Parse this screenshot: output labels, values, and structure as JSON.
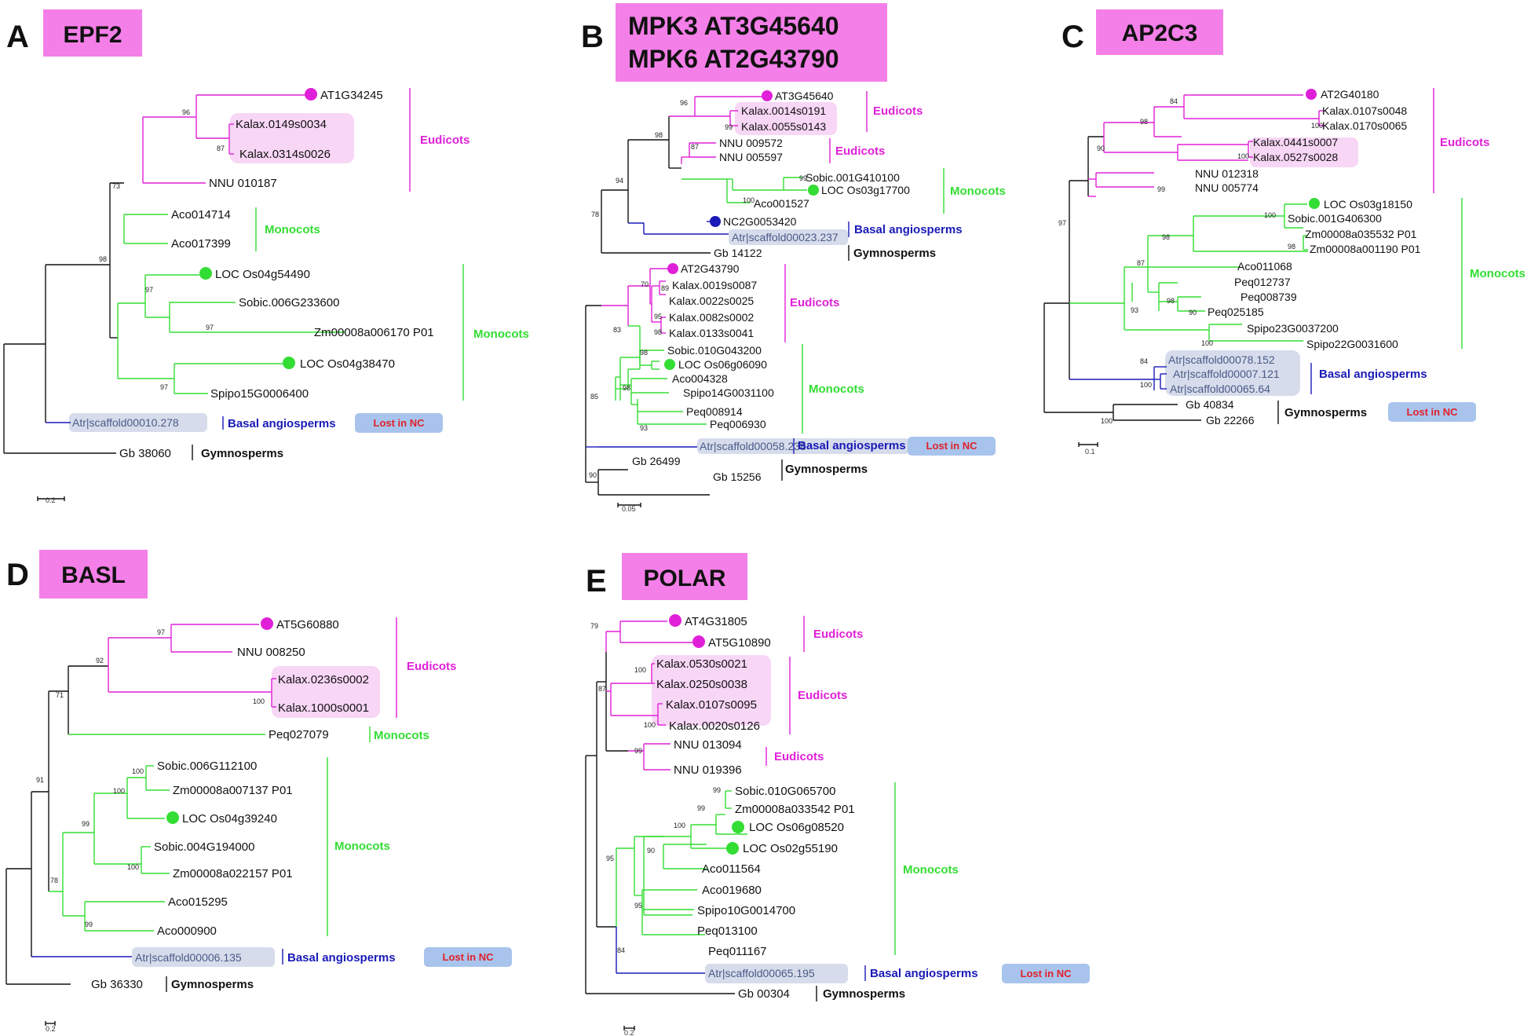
{
  "colors": {
    "eudicot": "#e020d8",
    "monocot": "#33dd33",
    "basal": "#1a1ab8",
    "gymno": "#111111",
    "kalax_box": "#f8d6f6",
    "atr_box": "#d6dceb",
    "lost_box": "#a8c4ec",
    "lost_text": "#e0202a",
    "title_box": "#f47fe8"
  },
  "panels": {
    "A": {
      "letter": "A",
      "title": "EPF2",
      "genes": [
        "AT1G34245",
        "Kalax.0149s0034",
        "Kalax.0314s0026",
        "NNU 010187",
        "Aco014714",
        "Aco017399",
        "LOC Os04g54490",
        "Sobic.006G233600",
        "Zm00008a006170 P01",
        "LOC Os04g38470",
        "Spipo15G0006400",
        "Atr|scaffold00010.278",
        "Gb 38060"
      ],
      "boot": [
        "96",
        "87",
        "73",
        "98",
        "97",
        "97",
        "97"
      ],
      "groups": [
        "Eudicots",
        "Monocots",
        "Monocots",
        "Basal angiosperms",
        "Gymnosperms"
      ],
      "lost": "Lost in NC",
      "scale": "0.2"
    },
    "B": {
      "letter": "B",
      "title1": "MPK3   AT3G45640",
      "title2": "MPK6   AT2G43790",
      "genes": [
        "AT3G45640",
        "Kalax.0014s0191",
        "Kalax.0055s0143",
        "NNU 009572",
        "NNU 005597",
        "Sobic.001G410100",
        "LOC Os03g17700",
        "Aco001527",
        "NC2G0053420",
        "Atr|scaffold00023.237",
        "Gb 14122",
        "AT2G43790",
        "Kalax.0019s0087",
        "Kalax.0022s0025",
        "Kalax.0082s0002",
        "Kalax.0133s0041",
        "Sobic.010G043200",
        "LOC Os06g06090",
        "Aco004328",
        "Spipo14G0031100",
        "Peq008914",
        "Peq006930",
        "Atr|scaffold00058.238",
        "Gb 26499",
        "Gb 15256"
      ],
      "boot": [
        "96",
        "99",
        "98",
        "87",
        "99",
        "100",
        "94",
        "78",
        "70",
        "89",
        "95",
        "98",
        "83",
        "98",
        "98",
        "93",
        "85",
        "90"
      ],
      "groups": [
        "Eudicots",
        "Eudicots",
        "Monocots",
        "Basal angiosperms",
        "Gymnosperms",
        "Eudicots",
        "Monocots",
        "Basal angiosperms",
        "Gymnosperms"
      ],
      "lost": "Lost in NC",
      "scale": "0.05"
    },
    "C": {
      "letter": "C",
      "title": "AP2C3",
      "genes": [
        "AT2G40180",
        "Kalax.0107s0048",
        "Kalax.0170s0065",
        "Kalax.0441s0007",
        "Kalax.0527s0028",
        "NNU 012318",
        "NNU 005774",
        "LOC Os03g18150",
        "Sobic.001G406300",
        "Zm00008a035532 P01",
        "Zm00008a001190 P01",
        "Aco011068",
        "Peq012737",
        "Peq008739",
        "Peq025185",
        "Spipo23G0037200",
        "Spipo22G0031600",
        "Atr|scaffold00078.152",
        "Atr|scaffold00007.121",
        "Atr|scaffold00065.64",
        "Gb 40834",
        "Gb 22266"
      ],
      "boot": [
        "84",
        "100",
        "98",
        "100",
        "90",
        "99",
        "100",
        "98",
        "98",
        "87",
        "98",
        "90",
        "97",
        "93",
        "100",
        "84",
        "100",
        "100"
      ],
      "groups": [
        "Eudicots",
        "Monocots",
        "Basal angiosperms",
        "Gymnosperms"
      ],
      "lost": "Lost in NC",
      "scale": "0.1"
    },
    "D": {
      "letter": "D",
      "title": "BASL",
      "genes": [
        "AT5G60880",
        "NNU 008250",
        "Kalax.0236s0002",
        "Kalax.1000s0001",
        "Peq027079",
        "Sobic.006G112100",
        "Zm00008a007137 P01",
        "LOC Os04g39240",
        "Sobic.004G194000",
        "Zm00008a022157 P01",
        "Aco015295",
        "Aco000900",
        "Atr|scaffold00006.135",
        "Gb 36330"
      ],
      "boot": [
        "97",
        "92",
        "100",
        "71",
        "100",
        "100",
        "99",
        "100",
        "91",
        "99",
        "78"
      ],
      "groups": [
        "Eudicots",
        "Monocots",
        "Monocots",
        "Basal angiosperms",
        "Gymnosperms"
      ],
      "lost": "Lost in NC",
      "scale": "0.2"
    },
    "E": {
      "letter": "E",
      "title": "POLAR",
      "genes": [
        "AT4G31805",
        "AT5G10890",
        "Kalax.0530s0021",
        "Kalax.0250s0038",
        "Kalax.0107s0095",
        "Kalax.0020s0126",
        "NNU 013094",
        "NNU 019396",
        "Sobic.010G065700",
        "Zm00008a033542 P01",
        "LOC Os06g08520",
        "LOC Os02g55190",
        "Aco011564",
        "Aco019680",
        "Spipo10G0014700",
        "Peq013100",
        "Peq011167",
        "Atr|scaffold00065.195",
        "Gb 00304"
      ],
      "boot": [
        "79",
        "100",
        "100",
        "87",
        "99",
        "99",
        "99",
        "100",
        "90",
        "95",
        "95",
        "84"
      ],
      "groups": [
        "Eudicots",
        "Eudicots",
        "Eudicots",
        "Monocots",
        "Basal angiosperms",
        "Gymnosperms"
      ],
      "lost": "Lost in NC",
      "scale": "0.2"
    }
  }
}
